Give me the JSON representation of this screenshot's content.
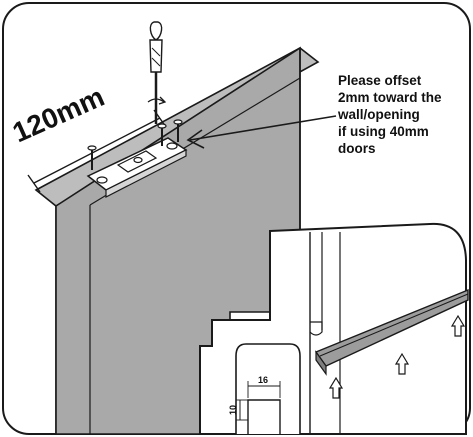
{
  "dimension": {
    "label": "120mm"
  },
  "note": {
    "lines": [
      "Please offset",
      "2mm toward the",
      "wall/opening",
      "if using 40mm",
      "doors"
    ]
  },
  "detail": {
    "width_label": "16",
    "depth_label": "10"
  },
  "colors": {
    "panel": "#a9a9a9",
    "panel_edge": "#8c8c8c",
    "line": "#1a1a1a"
  }
}
